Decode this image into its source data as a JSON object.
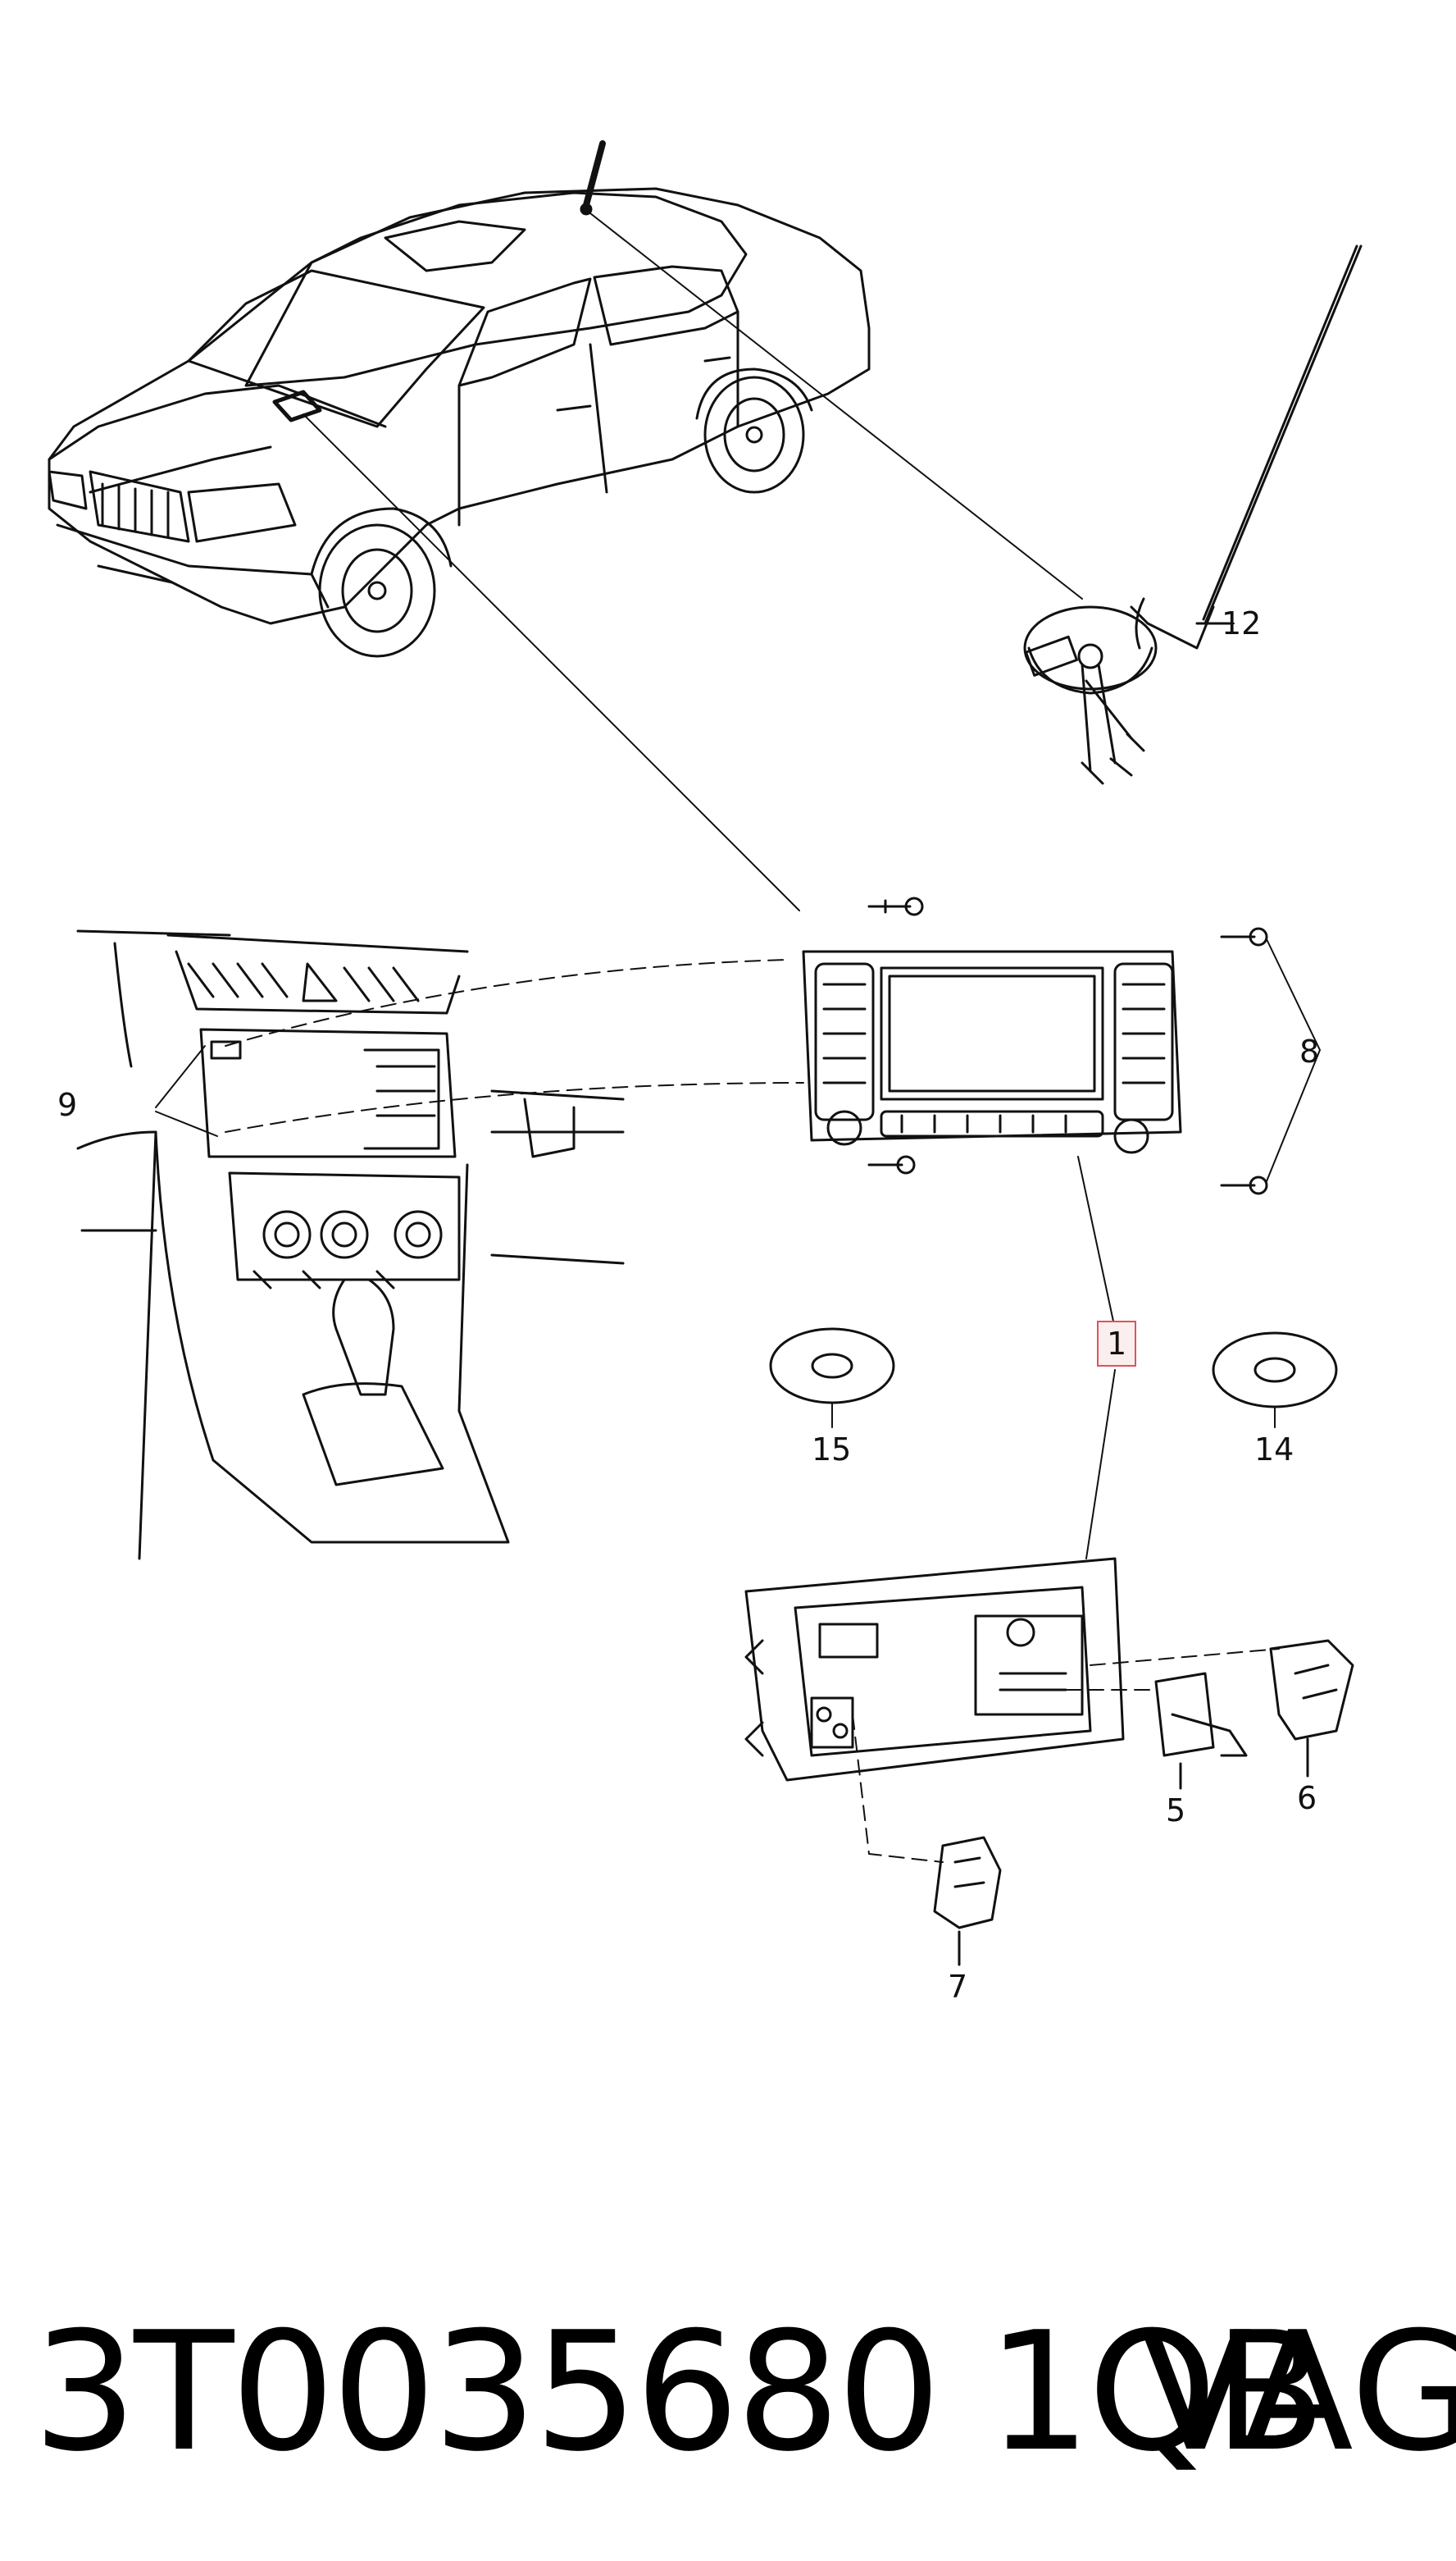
{
  "callouts": {
    "c1": "1",
    "c5": "5",
    "c6": "6",
    "c7": "7",
    "c8": "8",
    "c9": "9",
    "c12": "12",
    "c14": "14",
    "c15": "15"
  },
  "footer": {
    "part_number": "3T0035680 1QB",
    "brand": "VAG"
  },
  "colors": {
    "line": "#111111",
    "highlight_border": "#e0525a",
    "highlight_fill": "#fbeeee"
  }
}
